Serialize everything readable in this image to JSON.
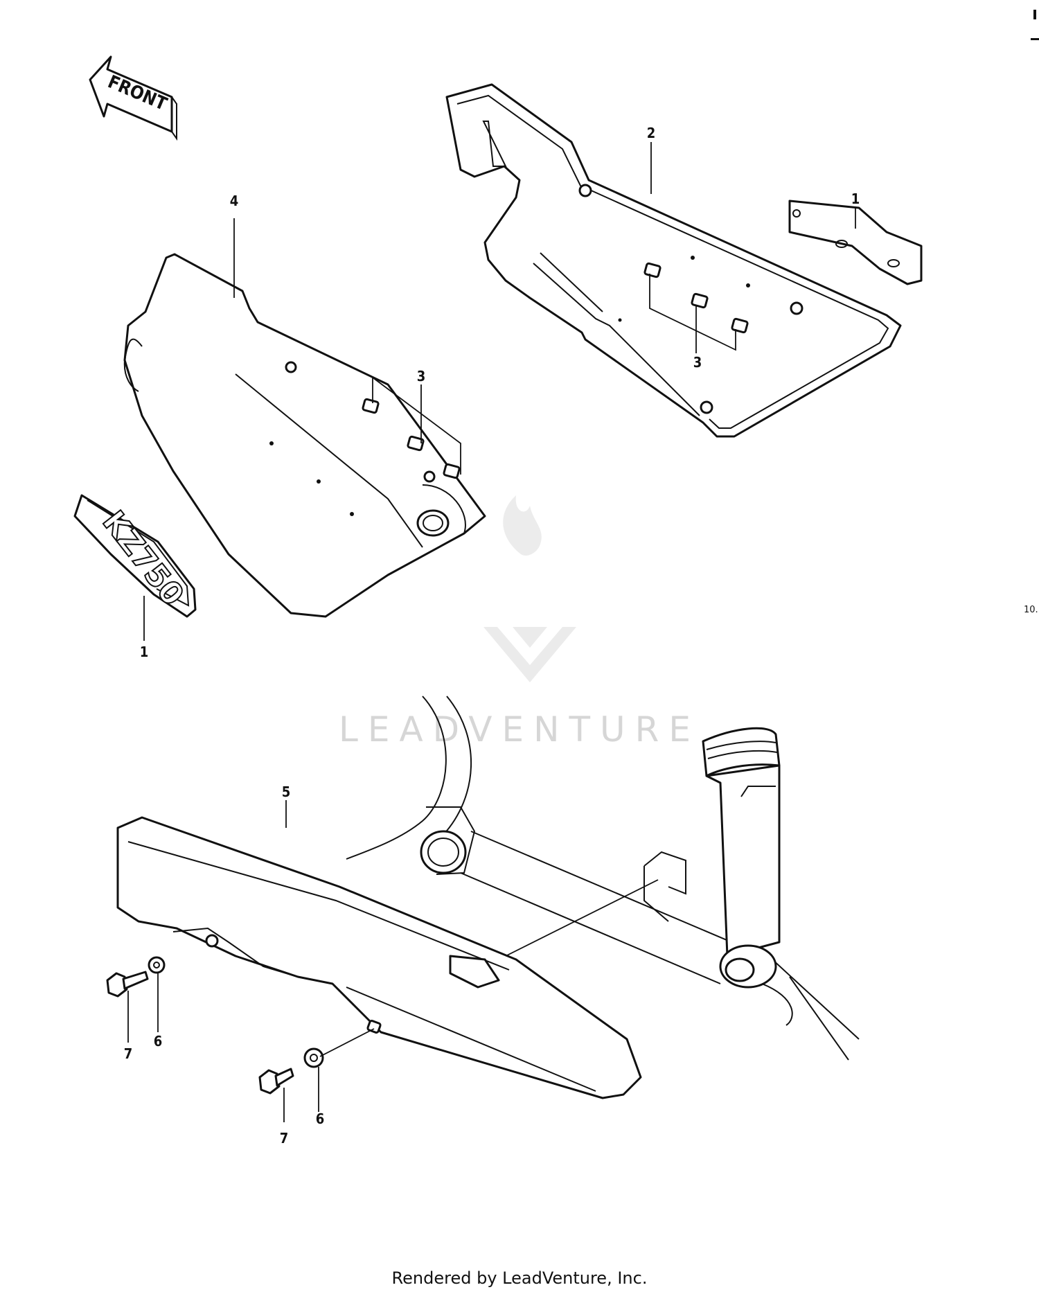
{
  "diagram": {
    "direction_arrow_label": "FRONT",
    "emblem_text": "KZ750",
    "callouts": {
      "c1_emblem": "1",
      "c1_right": "1",
      "c2": "2",
      "c3_left": "3",
      "c3_right": "3",
      "c4": "4",
      "c5": "5",
      "c6_upper": "6",
      "c6_lower": "6",
      "c7_upper": "7",
      "c7_lower": "7"
    },
    "edge_label": "10."
  },
  "watermark": {
    "brand": "LEADVENTURE"
  },
  "footer": {
    "rendered_by": "Rendered by LeadVenture, Inc."
  }
}
